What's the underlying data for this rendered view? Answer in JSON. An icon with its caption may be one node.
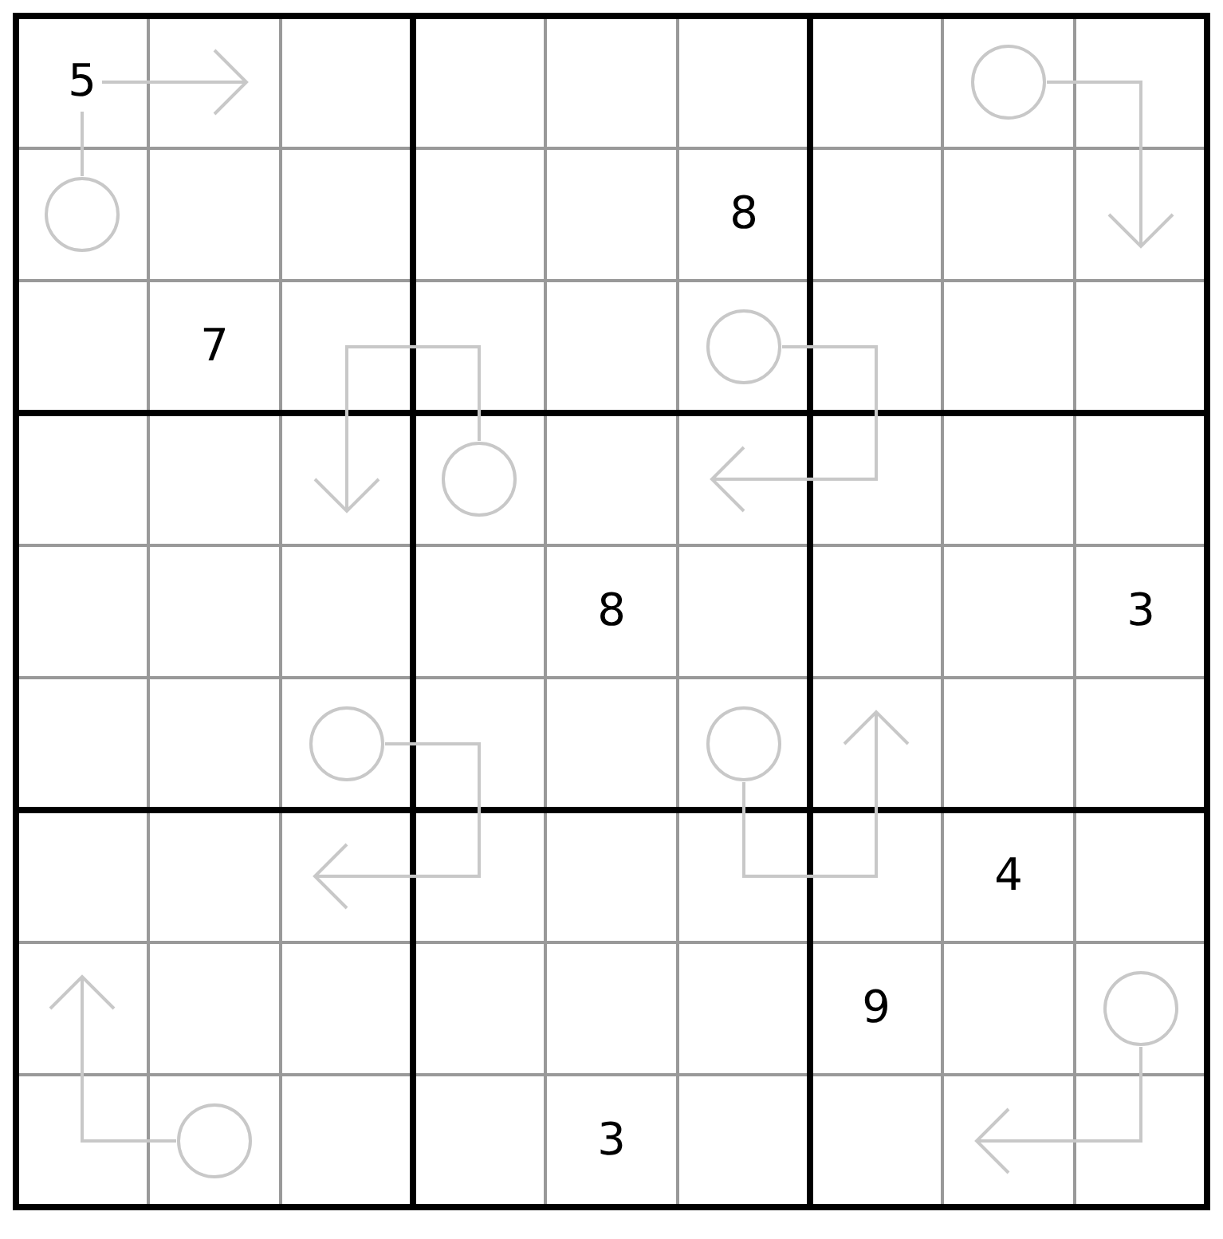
{
  "diagram": {
    "nodes": [
      {
        "text": [],
        "shape": "circle"
      },
      {
        "text": [],
        "shape": "circle"
      },
      {
        "text": [],
        "shape": "circle"
      },
      {
        "text": [],
        "shape": "circle"
      },
      {
        "text": [],
        "shape": "circle"
      },
      {
        "text": [],
        "shape": "circle"
      },
      {
        "text": [],
        "shape": "circle"
      },
      {
        "text": [],
        "shape": "circle"
      }
    ],
    "edges": [
      {
        "from": 0,
        "to": null,
        "arrow": "to"
      },
      {
        "from": 1,
        "to": null,
        "arrow": "to"
      },
      {
        "from": 2,
        "to": null,
        "arrow": "to"
      },
      {
        "from": 3,
        "to": null,
        "arrow": "to"
      },
      {
        "from": 4,
        "to": null,
        "arrow": "to"
      },
      {
        "from": 5,
        "to": null,
        "arrow": "to"
      },
      {
        "from": 6,
        "to": null,
        "arrow": "to"
      },
      {
        "from": 7,
        "to": null,
        "arrow": "to"
      }
    ],
    "labels": [
      "5",
      "8",
      "7",
      "8",
      "3",
      "4",
      "9",
      "3"
    ]
  }
}
